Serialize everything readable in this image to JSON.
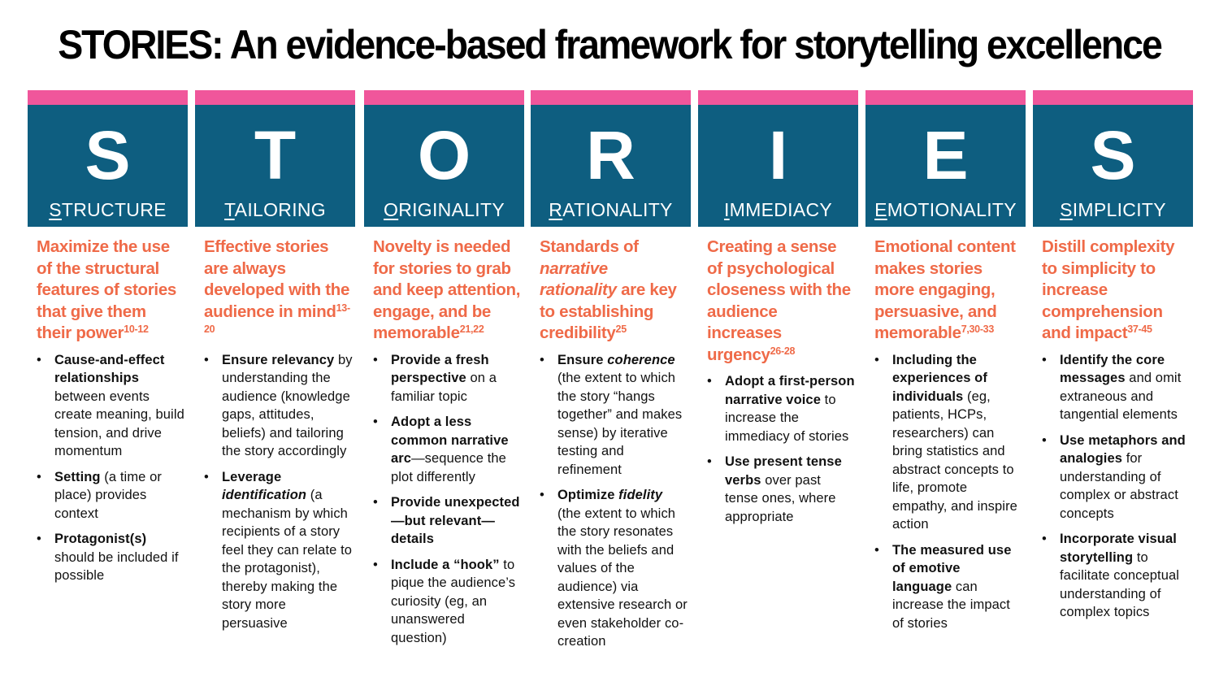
{
  "title": "STORIES: An evidence-based framework for storytelling excellence",
  "colors": {
    "accent_bar": "#f0569b",
    "tile": "#0e5e80",
    "lead_text": "#ef6a48"
  },
  "columns": [
    {
      "letter": "S",
      "word_first": "S",
      "word_rest": "TRUCTURE",
      "lead": "Maximize the use of the structural features of stories that give them their power",
      "lead_ref": "10-12",
      "bullets": [
        {
          "b": "Cause-and-effect relationships",
          "t": " between events create meaning, build tension, and drive momentum"
        },
        {
          "b": "Setting",
          "t": " (a time or place) provides context"
        },
        {
          "b": "Protagonist(s)",
          "t": " should be included if possible"
        }
      ]
    },
    {
      "letter": "T",
      "word_first": "T",
      "word_rest": "AILORING",
      "lead": "Effective stories are always developed with the audience in mind",
      "lead_ref": "13-20",
      "bullets": [
        {
          "b": "Ensure relevancy",
          "t": " by understanding the audience (knowledge gaps, attitudes, beliefs) and tailoring the story accordingly"
        },
        {
          "b": "Leverage",
          "bi": "identification",
          "t": " (a mechanism by which recipients of a story feel they can relate to the protagonist), thereby making the story more persuasive"
        }
      ]
    },
    {
      "letter": "O",
      "word_first": "O",
      "word_rest": "RIGINALITY",
      "lead": "Novelty is needed for stories to grab and keep attention, engage, and be memorable",
      "lead_ref": "21,22",
      "bullets": [
        {
          "b": "Provide a fresh perspective",
          "t": " on a familiar topic"
        },
        {
          "b": "Adopt a less common narrative arc",
          "t": "—sequence the plot differently"
        },
        {
          "b": "Provide unexpected—but relevant—details",
          "t": ""
        },
        {
          "b": "Include a “hook”",
          "t": " to pique the audience’s curiosity (eg, an unanswered question)"
        }
      ]
    },
    {
      "letter": "R",
      "word_first": "R",
      "word_rest": "ATIONALITY",
      "lead_a": "Standards of ",
      "lead_i": "narrative rationality",
      "lead_b": " are key to establishing credibility",
      "lead_ref": "25",
      "bullets": [
        {
          "b": "Ensure",
          "bi": "coherence",
          "t": " (the extent to which the story “hangs together” and makes sense) by iterative testing and refinement"
        },
        {
          "b": "Optimize",
          "bi": "fidelity",
          "t": " (the extent to which the story resonates with the beliefs and values of the audience) via extensive research or even stakeholder co-creation"
        }
      ]
    },
    {
      "letter": "I",
      "word_first": "I",
      "word_rest": "MMEDIACY",
      "lead": "Creating a sense of psychological closeness with the audience increases urgency",
      "lead_ref": "26-28",
      "bullets": [
        {
          "b": "Adopt a first-person narrative voice",
          "t": " to increase the immediacy of stories"
        },
        {
          "b": "Use present tense verbs",
          "t": " over past tense ones, where appropriate"
        }
      ]
    },
    {
      "letter": "E",
      "word_first": "E",
      "word_rest": "MOTIONALITY",
      "lead": "Emotional content makes stories more engaging, persuasive, and memorable",
      "lead_ref": "7,30-33",
      "bullets": [
        {
          "b": "Including the experiences of individuals",
          "t": " (eg, patients, HCPs, researchers) can bring statistics and abstract concepts to life, promote empathy, and inspire action"
        },
        {
          "b": "The measured use of emotive language",
          "t": " can increase the impact of stories"
        }
      ]
    },
    {
      "letter": "S",
      "word_first": "S",
      "word_rest": "IMPLICITY",
      "lead": "Distill complexity to simplicity to increase comprehension and impact",
      "lead_ref": "37-45",
      "bullets": [
        {
          "b": "Identify the core messages",
          "t": " and omit extraneous and tangential elements"
        },
        {
          "b": "Use metaphors and analogies",
          "t": " for understanding of complex or abstract concepts"
        },
        {
          "b": "Incorporate visual storytelling",
          "t": " to facilitate conceptual understanding of complex topics"
        }
      ]
    }
  ]
}
